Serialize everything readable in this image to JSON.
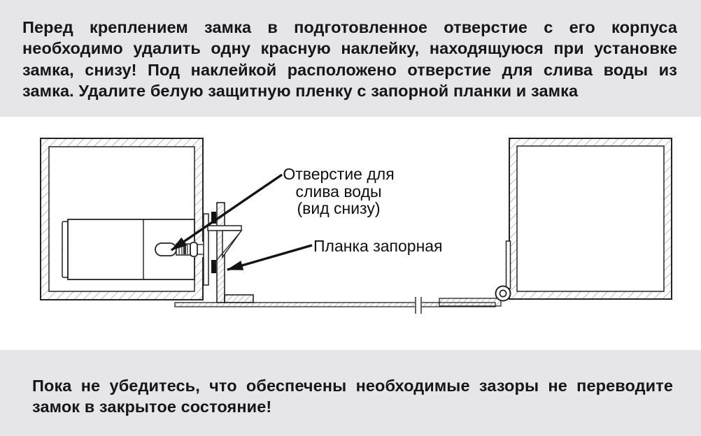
{
  "intro": {
    "lines": [
      "Перед креплением замка в подготовленное отверстие с его корпуса",
      "необходимо удалить одну красную наклейку, находящуюся при установке",
      "замка, снизу! Под наклейкой расположено отверстие для слива воды из",
      "замка. Удалите белую защитную пленку с запорной планки и замка"
    ]
  },
  "diagram": {
    "labels": {
      "drain_hole": "Отверстие для\nслива воды\n(вид снизу)",
      "strike_plate": "Планка запорная"
    }
  },
  "warning": {
    "lines": [
      "Пока не убедитесь, что обеспечены необходимые зазоры не переводите",
      "замок в закрытое состояние!"
    ]
  },
  "colors": {
    "band_background": "#e6e6e8",
    "diagram_background": "#ffffff",
    "line_art": "#232323",
    "text": "#161616"
  }
}
